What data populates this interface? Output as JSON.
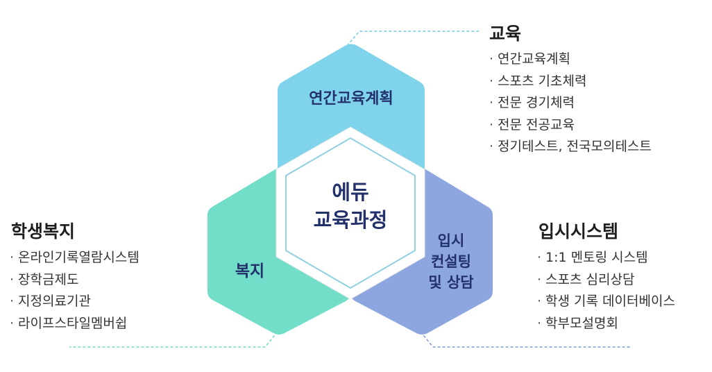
{
  "hexagons": {
    "top": "연간교육계획",
    "left": "복지",
    "right": [
      "입시",
      "컨설팅",
      "및 상담"
    ],
    "center": [
      "에듀",
      "교육과정"
    ]
  },
  "sections": {
    "education": {
      "title": "교육",
      "items": [
        "연간교육계획",
        "스포츠 기초체력",
        "전문 경기체력",
        "전문 전공교육",
        "정기테스트, 전국모의테스트"
      ]
    },
    "welfare": {
      "title": "학생복지",
      "items": [
        "온라인기록열람시스템",
        "장학금제도",
        "지정의료기관",
        "라이프스타일멤버쉽"
      ]
    },
    "admission": {
      "title": "입시시스템",
      "items": [
        "1:1 멘토링 시스템",
        "스포츠 심리상담",
        "학생 기록 데이터베이스",
        "학부모설명회"
      ]
    }
  },
  "colors": {
    "top": "#7fd3ea",
    "left": "#72ddc9",
    "right": "#8ea6e0",
    "center_border": "#8fd0e3",
    "label": "#22306b"
  }
}
